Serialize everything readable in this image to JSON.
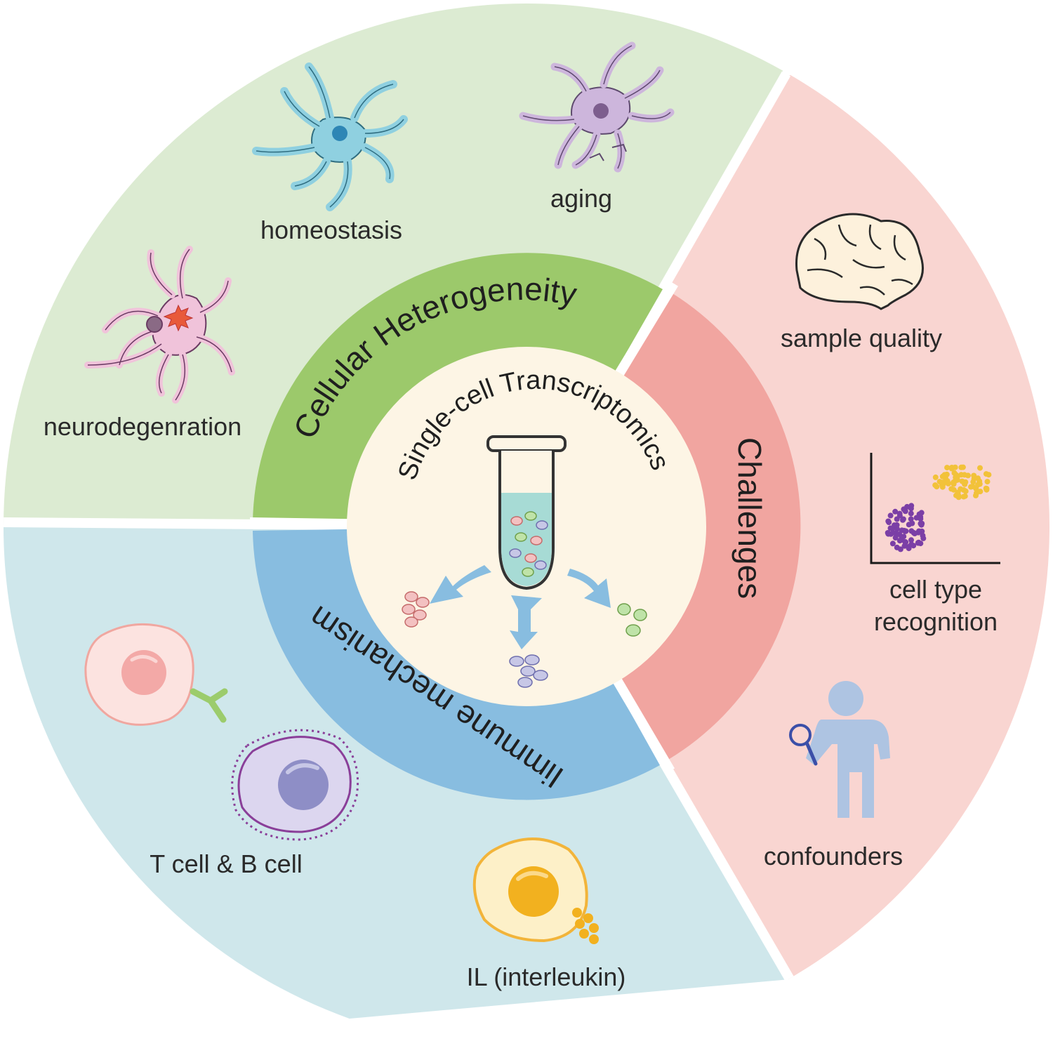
{
  "center": {
    "title": "Single-cell Transcriptomics"
  },
  "rings": {
    "heterogeneity": "Cellular Heterogeneity",
    "challenges": "Challenges",
    "immune": "Iimmune mechanism"
  },
  "heterogeneity_items": {
    "neuro": "neurodegenration",
    "homeo": "homeostasis",
    "aging": "aging"
  },
  "challenge_items": {
    "sample": "sample quality",
    "celltype_line1": "cell type",
    "celltype_line2": "recognition",
    "confounders": "confounders"
  },
  "immune_items": {
    "tb": "T cell & B cell",
    "il": "IL (interleukin)"
  },
  "colors": {
    "green_outer": "#dcebd2",
    "green_ring": "#9cc96b",
    "pink_outer": "#f9d5d1",
    "pink_ring": "#f1a5a0",
    "blue_outer": "#cfe7eb",
    "blue_ring": "#88bde0",
    "center": "#fdf5e5"
  }
}
